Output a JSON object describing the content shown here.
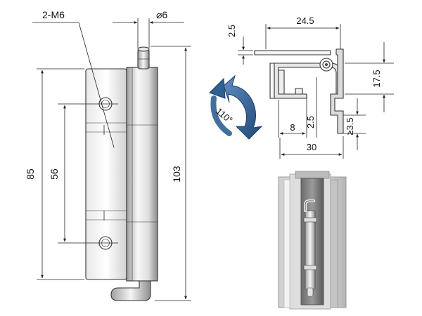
{
  "front_view": {
    "thread_label": "2-M6",
    "diameter_label": "⌀6",
    "height_85": "85",
    "spacing_56": "56",
    "height_103": "103"
  },
  "side_view": {
    "width_24_5": "24.5",
    "top_2_5": "2.5",
    "height_17_5": "17.5",
    "width_8": "8",
    "inner_2_5": "2.5",
    "min_3_5": "≥3.5",
    "width_30": "30",
    "angle_110": "110°"
  },
  "colors": {
    "line": "#333333",
    "metal_light": "#f4f4f4",
    "metal_mid": "#c9c9c9",
    "metal_dark": "#8d8d8d",
    "arrow_blue": "#2f5f93"
  }
}
